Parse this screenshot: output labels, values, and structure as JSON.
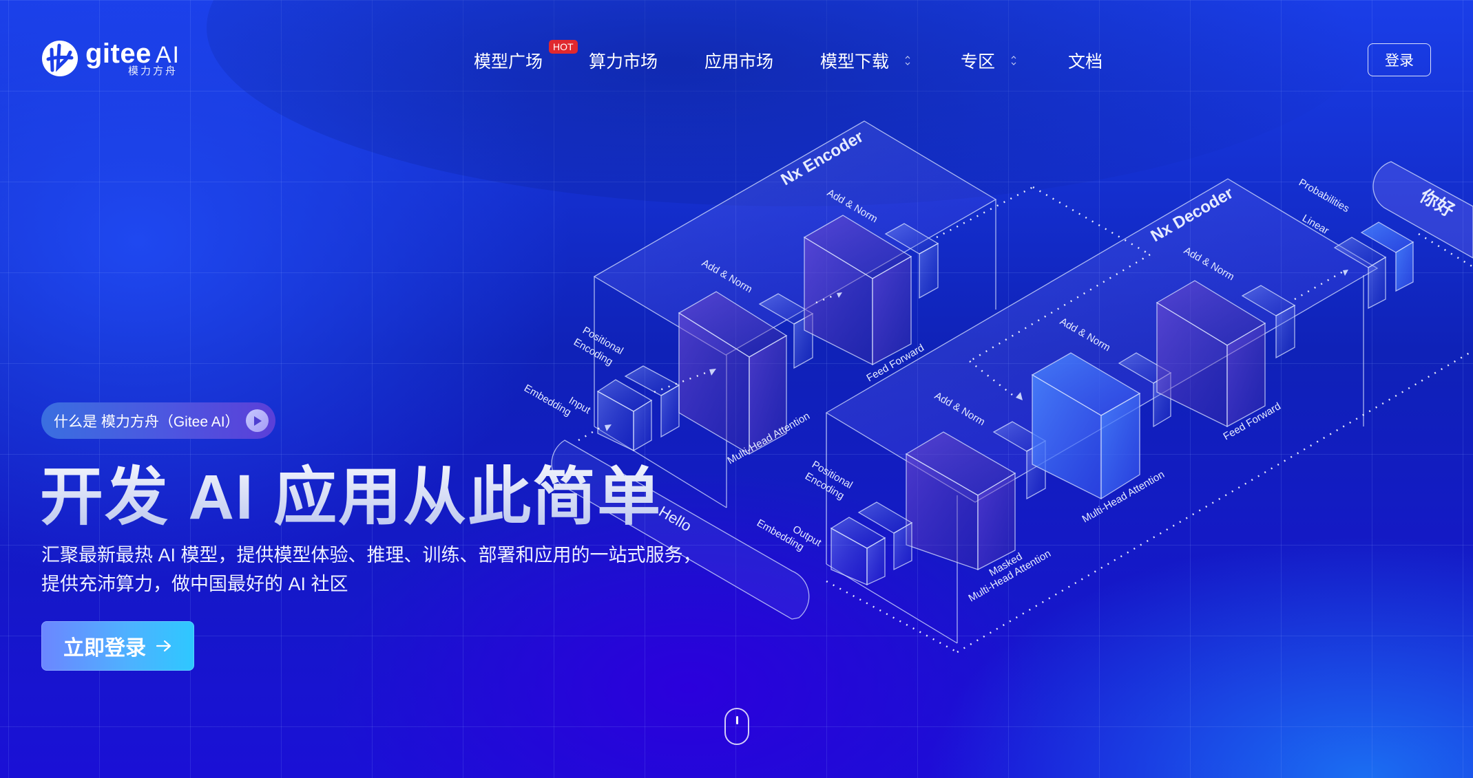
{
  "brand": {
    "name": "gitee",
    "name_suffix": "AI",
    "subtitle": "模力方舟",
    "logo_icon": "gitee-globe-icon"
  },
  "nav": {
    "items": [
      {
        "label": "模型广场",
        "badge": "HOT",
        "has_dropdown": false
      },
      {
        "label": "算力市场",
        "has_dropdown": false
      },
      {
        "label": "应用市场",
        "has_dropdown": false
      },
      {
        "label": "模型下载",
        "has_dropdown": true
      },
      {
        "label": "专区",
        "has_dropdown": true
      },
      {
        "label": "文档",
        "has_dropdown": false
      }
    ],
    "login_label": "登录"
  },
  "hero": {
    "tag_label": "什么是 模力方舟（Gitee AI）",
    "tag_icon": "play-icon",
    "headline": "开发 AI 应用从此简单",
    "subtitle_lines": [
      "汇聚最新最热 AI 模型，提供模型体验、推理、训练、部署和应用的一站式服务，",
      "提供充沛算力，做中国最好的 AI 社区"
    ],
    "cta_label": "立即登录",
    "cta_icon": "arrow-right-icon",
    "scroll_icon": "mouse-scroll-icon"
  },
  "illustration": {
    "encoder_title": "Nx Encoder",
    "decoder_title": "Nx Decoder",
    "labels": {
      "add_norm": "Add & Norm",
      "feed_forward": "Feed Forward",
      "multi_head_attention": "Multi-Head Attention",
      "masked": "Masked",
      "positional": "Positional",
      "encoding": "Encoding",
      "input": "Input",
      "output": "Output",
      "embedding": "Embedding",
      "linear": "Linear",
      "probabilities": "Probabilities",
      "input_token": "Hello",
      "output_token": "你好"
    }
  },
  "colors": {
    "bg_top": "#1a3ee8",
    "bg_mid": "#0f22b8",
    "bg_bottom": "#2a00d8",
    "hot_badge": "#e0282e",
    "cta_start": "#6c86ff",
    "cta_end": "#2ec8ff"
  }
}
